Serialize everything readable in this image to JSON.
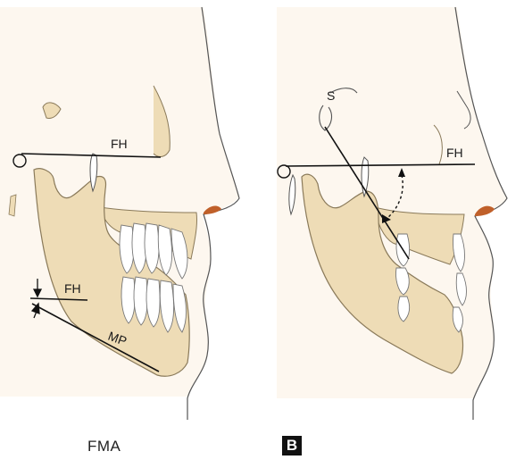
{
  "panel_left": {
    "labels": {
      "fh_top": "FH",
      "fh_lower": "FH",
      "mp": "MP"
    },
    "caption": "FMA"
  },
  "panel_right": {
    "labels": {
      "s": "S",
      "fh": "FH"
    },
    "caption": "B"
  },
  "colors": {
    "skin": "#fdf7ef",
    "bone": "#eedcb6",
    "bone_edge": "#8a7a5a",
    "outline": "#555555",
    "line": "#111111",
    "tooth": "#ffffff",
    "nose_tip": "#c0602a"
  }
}
